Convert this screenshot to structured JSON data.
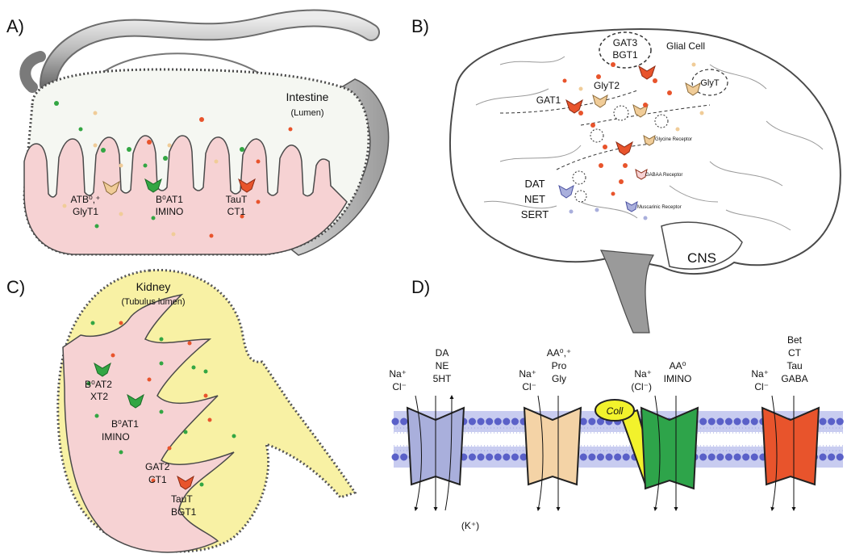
{
  "panels": {
    "a": {
      "letter": "A)",
      "organ": "Intestine",
      "sublabel": "(Lumen)",
      "transporters": [
        {
          "line1": "ATB⁰,⁺",
          "line2": "GlyT1",
          "color": "#f0cc98"
        },
        {
          "line1": "B⁰AT1",
          "line2": "IMINO",
          "color": "#33a643"
        },
        {
          "line1": "TauT",
          "line2": "CT1",
          "color": "#e8542c"
        }
      ]
    },
    "b": {
      "letter": "B)",
      "glial_label": "Glial Cell",
      "organ": "CNS",
      "gat3": "GAT3",
      "bgt1": "BGT1",
      "glyt2": "GlyT2",
      "glyt": "GlyT",
      "gat1": "GAT1",
      "glycine_receptor": "Glycine Receptor",
      "gaba_receptor": "GABAA Receptor",
      "muscarinic_receptor": "Muscarinic Receptor",
      "monoamine": [
        "DAT",
        "NET",
        "SERT"
      ]
    },
    "c": {
      "letter": "C)",
      "organ": "Kidney",
      "sublabel": "(Tubulus lumen)",
      "transporters": [
        {
          "line1": "B⁰AT2",
          "line2": "XT2",
          "color": "#33a643"
        },
        {
          "line1": "B⁰AT1",
          "line2": "IMINO",
          "color": "#33a643"
        },
        {
          "line1": "GAT2",
          "line2": "CT1",
          "color": "#e8542c"
        },
        {
          "line1": "TauT",
          "line2": "BGT1",
          "color": "#e8542c"
        }
      ]
    },
    "d": {
      "letter": "D)",
      "collectrin_label": "Coll",
      "transporters": [
        {
          "ions": [
            "Na⁺",
            "Cl⁻"
          ],
          "substrates": [
            "DA",
            "NE",
            "5HT"
          ],
          "countertransport": "(K⁺)",
          "color": "#a9afdc"
        },
        {
          "ions": [
            "Na⁺",
            "Cl⁻"
          ],
          "substrates": [
            "AA⁰,⁺",
            "Pro",
            "Gly"
          ],
          "countertransport": "",
          "color": "#f4d3a6"
        },
        {
          "ions": [
            "Na⁺",
            "(Cl⁻)"
          ],
          "substrates": [
            "AA⁰",
            "IMINO"
          ],
          "countertransport": "",
          "color": "#2ea44a"
        },
        {
          "ions": [
            "Na⁺",
            "Cl⁻"
          ],
          "substrates": [
            "Bet",
            "CT",
            "Tau",
            "GABA"
          ],
          "countertransport": "",
          "color": "#e8542c"
        }
      ]
    }
  },
  "colors": {
    "green": "#33a643",
    "red": "#e8542c",
    "tan": "#f0cc98",
    "blue": "#a9afdc",
    "pink": "#f6d2d3",
    "kidney_yellow": "#f8f1a4",
    "membrane": "#5a60c8",
    "collectrin": "#f2f22c"
  }
}
